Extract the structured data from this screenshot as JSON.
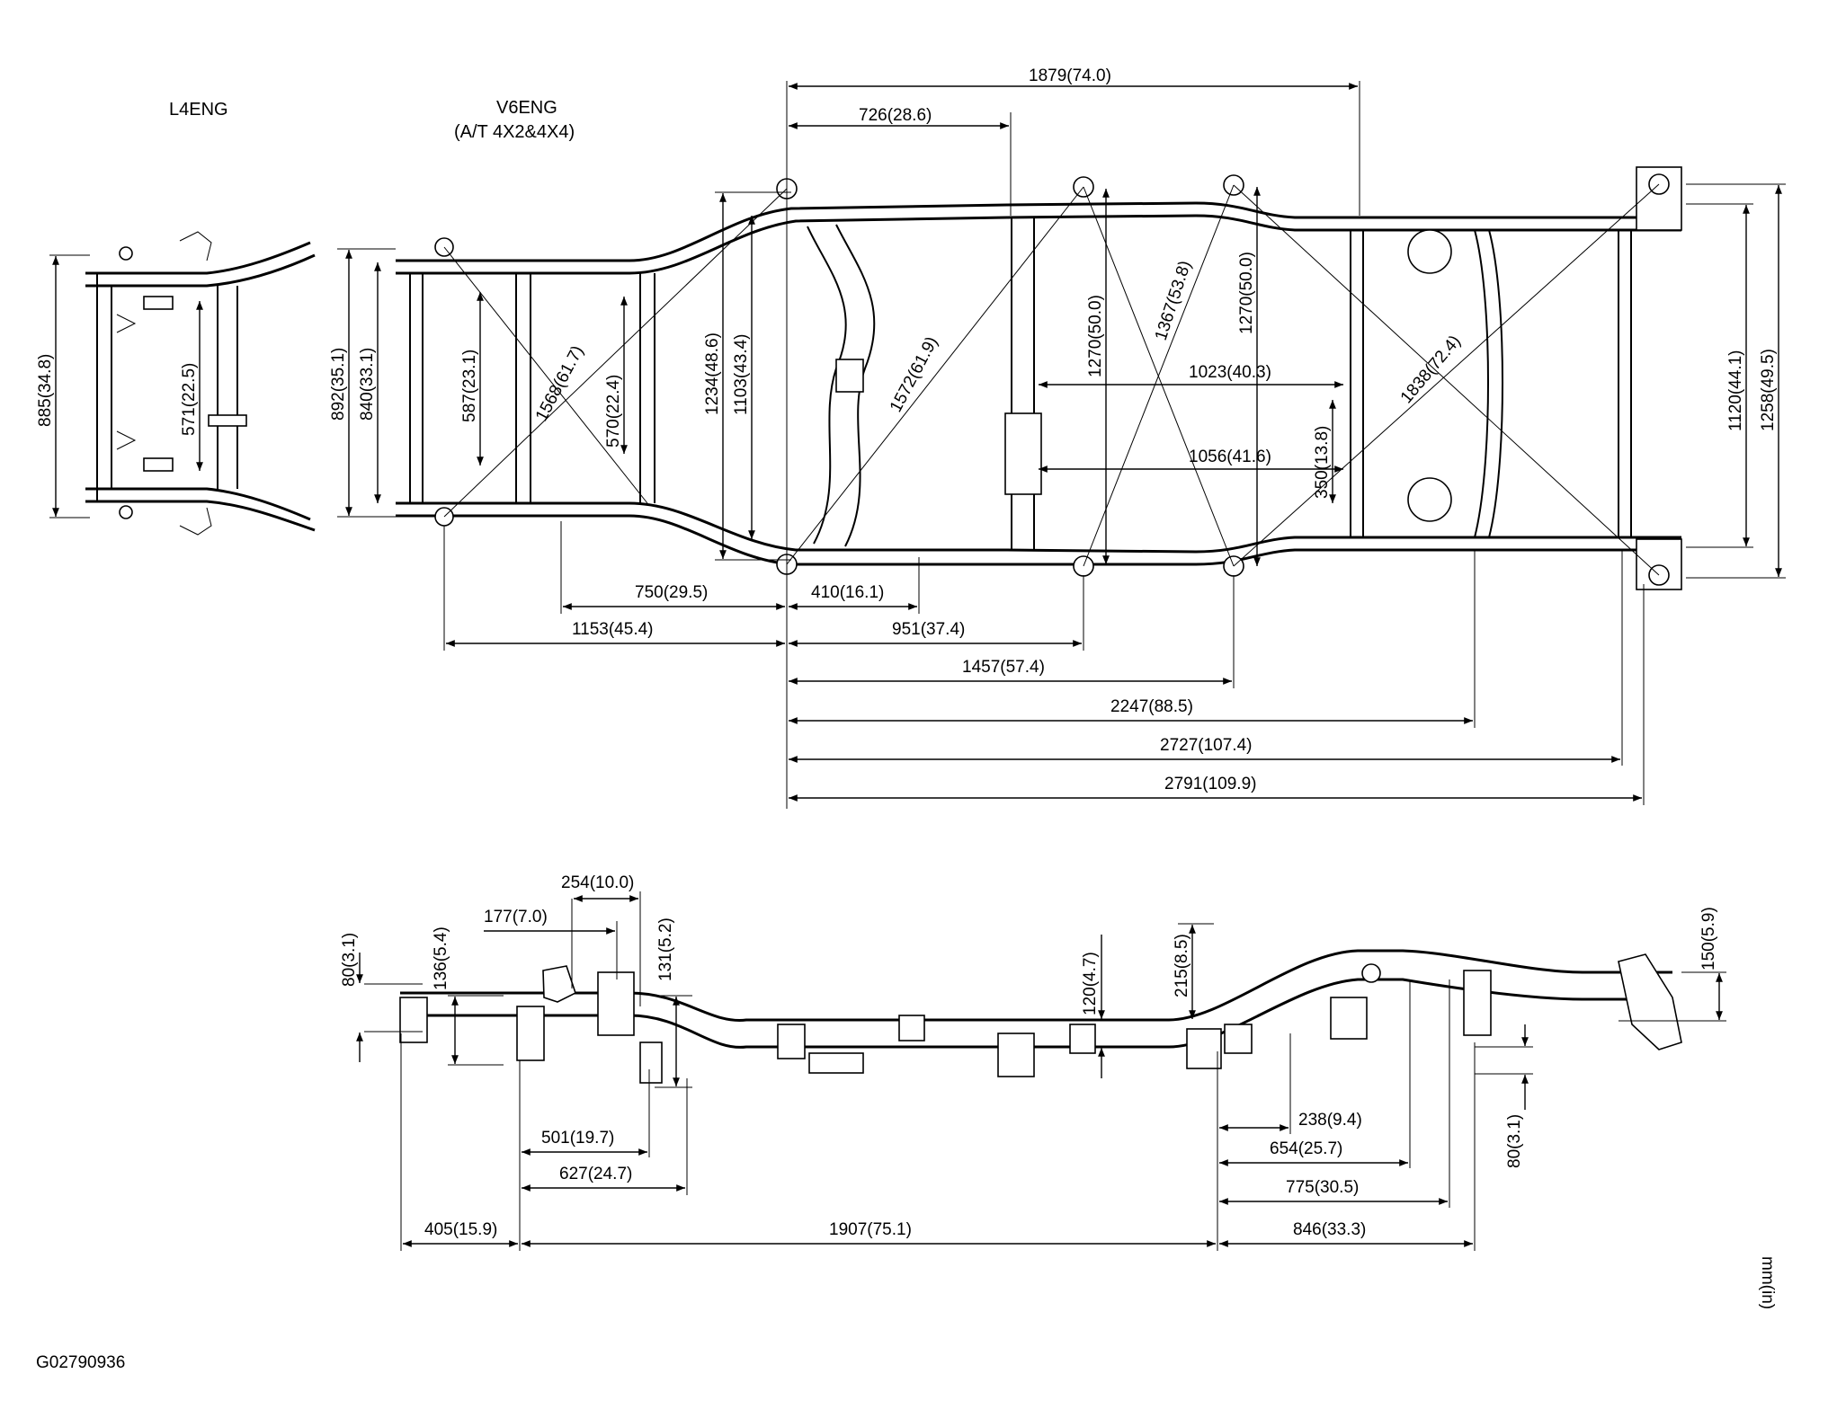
{
  "labels": {
    "l4": "L4ENG",
    "v6": "V6ENG",
    "v6_sub": "(A/T 4X2&4X4)",
    "units": "mm(in)",
    "figure_id": "G02790936"
  },
  "plan_dims": {
    "d1879": "1879(74.0)",
    "d726": "726(28.6)",
    "d885": "885(34.8)",
    "d571": "571(22.5)",
    "d892": "892(35.1)",
    "d840": "840(33.1)",
    "d587": "587(23.1)",
    "d1568": "1568(61.7)",
    "d570": "570(22.4)",
    "d1234": "1234(48.6)",
    "d1103": "1103(43.4)",
    "d1572": "1572(61.9)",
    "d1270a": "1270(50.0)",
    "d1367": "1367(53.8)",
    "d1270b": "1270(50.0)",
    "d1023": "1023(40.3)",
    "d1056": "1056(41.6)",
    "d350": "350(13.8)",
    "d1838": "1838(72.4)",
    "d1120": "1120(44.1)",
    "d1258": "1258(49.5)",
    "d750": "750(29.5)",
    "d410": "410(16.1)",
    "d1153": "1153(45.4)",
    "d951": "951(37.4)",
    "d1457": "1457(57.4)",
    "d2247": "2247(88.5)",
    "d2727": "2727(107.4)",
    "d2791": "2791(109.9)"
  },
  "side_dims": {
    "d254": "254(10.0)",
    "d177": "177(7.0)",
    "d80a": "80(3.1)",
    "d136": "136(5.4)",
    "d131": "131(5.2)",
    "d120": "120(4.7)",
    "d215": "215(8.5)",
    "d150": "150(5.9)",
    "d80b": "80(3.1)",
    "d238": "238(9.4)",
    "d501": "501(19.7)",
    "d654": "654(25.7)",
    "d627": "627(24.7)",
    "d775": "775(30.5)",
    "d405": "405(15.9)",
    "d1907": "1907(75.1)",
    "d846": "846(33.3)"
  }
}
